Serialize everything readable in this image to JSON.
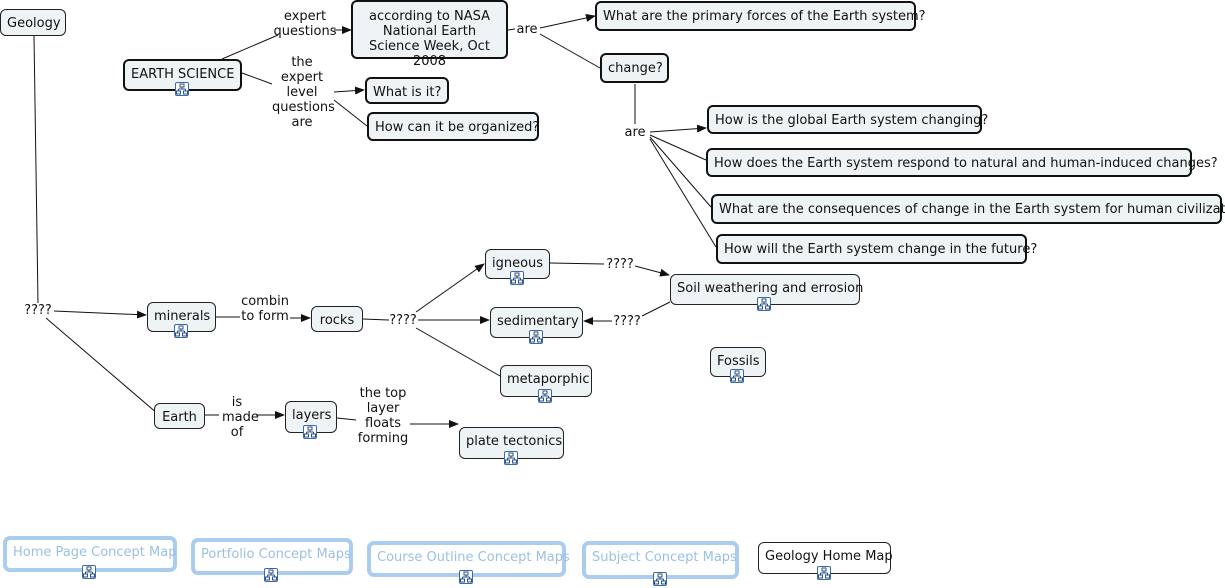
{
  "nodes": {
    "geology": "Geology",
    "earth_science": "EARTH SCIENCE",
    "nasa": "according to NASA National Earth Science Week, Oct 2008",
    "primary_forces": "What are the primary forces of the Earth system?",
    "change": "change?",
    "what_is_it": "What is it?",
    "organized": "How can it be organized?",
    "q_changing": "How is the global Earth system changing?",
    "q_respond": "How does the Earth system respond to natural and human-induced changes?",
    "q_consequences": "What are the consequences of change in the Earth system for human civilization?",
    "q_future": "How will the Earth system change in the future?",
    "minerals": "minerals",
    "rocks": "rocks",
    "igneous": "igneous",
    "sedimentary": "sedimentary",
    "metaporphic": "metaporphic",
    "soil": "Soil weathering and errosion",
    "fossils": "Fossils",
    "earth": "Earth",
    "layers": "layers",
    "plate": "plate tectonics"
  },
  "links": {
    "expert_questions": "expert questions",
    "expert_level": "the expert level questions are",
    "are1": "are",
    "are2": "are",
    "q_left": "????",
    "combin": "combin to form",
    "q_rocks": "????",
    "q_igneous": "????",
    "q_sed": "????",
    "is_made_of": "is made of",
    "top_layer": "the top layer floats forming"
  },
  "nav": {
    "home_page": "Home Page Concept Map",
    "portfolio": "Portfolio Concept Maps",
    "course": "Course Outline Concept Maps",
    "subject": "Subject Concept Maps",
    "geology_home": "Geology Home Map"
  },
  "icons": {
    "submap": "concept-map-icon"
  },
  "colors": {
    "node_fill": "#eef3f5",
    "nav_border": "#aaccee",
    "nav_text": "#9cc0e4"
  }
}
